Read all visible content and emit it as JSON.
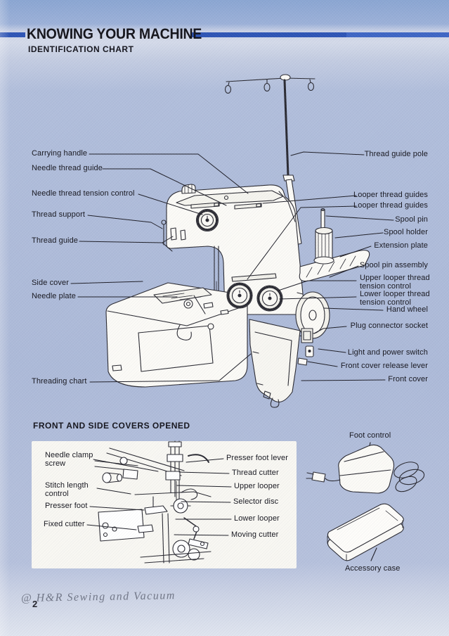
{
  "header": {
    "title": "KNOWING YOUR MACHINE",
    "subtitle": "IDENTIFICATION CHART"
  },
  "sections": {
    "covers_opened": "FRONT AND SIDE COVERS OPENED"
  },
  "main_diagram": {
    "left_labels": [
      "Carrying handle",
      "Needle thread guide",
      "Needle thread tension control",
      "Thread support",
      "Thread guide",
      "Side cover",
      "Needle plate",
      "Threading chart"
    ],
    "right_labels": [
      "Thread guide pole",
      "Looper thread guides",
      "Looper thread guides",
      "Spool pin",
      "Spool holder",
      "Extension plate",
      "Spool pin assembly",
      "Upper looper thread tension control",
      "Lower looper thread tension control",
      "Hand wheel",
      "Plug connector socket",
      "Light and power switch",
      "Front cover release lever",
      "Front cover"
    ]
  },
  "covers_box": {
    "left_labels": [
      "Needle clamp screw",
      "Stitch length control",
      "Presser foot",
      "Fixed cutter"
    ],
    "right_labels": [
      "Presser foot lever",
      "Thread cutter",
      "Upper looper",
      "Selector disc",
      "Lower looper",
      "Moving cutter"
    ]
  },
  "accessories": {
    "foot_control": "Foot control",
    "accessory_case": "Accessory case"
  },
  "footer": {
    "watermark": "@ H&R Sewing and Vacuum",
    "page_number": "2"
  },
  "colors": {
    "page_blue": "#aebbd9",
    "rule_blue": "#2e55b5",
    "rule_blue_light": "#3f66c4",
    "ink": "#17171f",
    "paper_white": "#f8f7f2"
  }
}
